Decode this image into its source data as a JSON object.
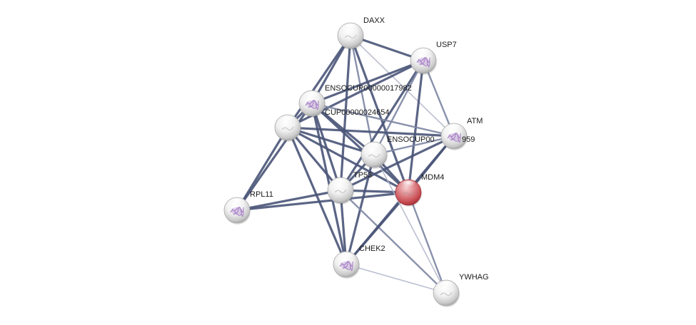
{
  "network": {
    "nodes": [
      {
        "id": "DAXX",
        "label": "DAXX",
        "query": false,
        "texture": "plain"
      },
      {
        "id": "USP7",
        "label": "USP7",
        "query": false,
        "texture": "structure"
      },
      {
        "id": "E17982",
        "label": "ENSOCUP00000017982",
        "query": false,
        "texture": "plain-structure"
      },
      {
        "id": "E24654",
        "label": "CUP00000024654",
        "query": false,
        "texture": "plain"
      },
      {
        "id": "ATM",
        "label": "ATM",
        "query": false,
        "texture": "structure"
      },
      {
        "id": "E959",
        "label": "ENSOCUP00",
        "label_tail": "959",
        "query": false,
        "texture": "plain"
      },
      {
        "id": "TP53",
        "label": "TP53",
        "query": false,
        "texture": "plain"
      },
      {
        "id": "MDM4",
        "label": "MDM4",
        "query": true,
        "texture": "plain"
      },
      {
        "id": "RPL11",
        "label": "RPL11",
        "query": false,
        "texture": "structure"
      },
      {
        "id": "CHEK2",
        "label": "CHEK2",
        "query": false,
        "texture": "structure"
      },
      {
        "id": "YWHAG",
        "label": "YWHAG",
        "query": false,
        "texture": "plain"
      }
    ],
    "edges": [
      {
        "from": "DAXX",
        "to": "USP7",
        "strength": "strong"
      },
      {
        "from": "DAXX",
        "to": "E17982",
        "strength": "strong"
      },
      {
        "from": "DAXX",
        "to": "E24654",
        "strength": "strong"
      },
      {
        "from": "DAXX",
        "to": "TP53",
        "strength": "strong"
      },
      {
        "from": "DAXX",
        "to": "E959",
        "strength": "medium"
      },
      {
        "from": "DAXX",
        "to": "MDM4",
        "strength": "strong"
      },
      {
        "from": "DAXX",
        "to": "ATM",
        "strength": "weak"
      },
      {
        "from": "USP7",
        "to": "E17982",
        "strength": "strong"
      },
      {
        "from": "USP7",
        "to": "E24654",
        "strength": "strong"
      },
      {
        "from": "USP7",
        "to": "TP53",
        "strength": "strong"
      },
      {
        "from": "USP7",
        "to": "E959",
        "strength": "medium"
      },
      {
        "from": "USP7",
        "to": "MDM4",
        "strength": "strong"
      },
      {
        "from": "USP7",
        "to": "ATM",
        "strength": "medium"
      },
      {
        "from": "E17982",
        "to": "E24654",
        "strength": "strong"
      },
      {
        "from": "E17982",
        "to": "TP53",
        "strength": "strong"
      },
      {
        "from": "E17982",
        "to": "E959",
        "strength": "strong"
      },
      {
        "from": "E17982",
        "to": "MDM4",
        "strength": "strong"
      },
      {
        "from": "E17982",
        "to": "ATM",
        "strength": "medium"
      },
      {
        "from": "E17982",
        "to": "RPL11",
        "strength": "strong"
      },
      {
        "from": "E17982",
        "to": "CHEK2",
        "strength": "strong"
      },
      {
        "from": "E24654",
        "to": "TP53",
        "strength": "strong"
      },
      {
        "from": "E24654",
        "to": "E959",
        "strength": "strong"
      },
      {
        "from": "E24654",
        "to": "MDM4",
        "strength": "strong"
      },
      {
        "from": "E24654",
        "to": "ATM",
        "strength": "strong"
      },
      {
        "from": "E24654",
        "to": "RPL11",
        "strength": "strong"
      },
      {
        "from": "E24654",
        "to": "CHEK2",
        "strength": "strong"
      },
      {
        "from": "E959",
        "to": "TP53",
        "strength": "strong"
      },
      {
        "from": "E959",
        "to": "MDM4",
        "strength": "strong"
      },
      {
        "from": "E959",
        "to": "ATM",
        "strength": "medium"
      },
      {
        "from": "E959",
        "to": "CHEK2",
        "strength": "strong"
      },
      {
        "from": "TP53",
        "to": "MDM4",
        "strength": "strong"
      },
      {
        "from": "TP53",
        "to": "ATM",
        "strength": "strong"
      },
      {
        "from": "TP53",
        "to": "RPL11",
        "strength": "strong"
      },
      {
        "from": "TP53",
        "to": "CHEK2",
        "strength": "strong"
      },
      {
        "from": "TP53",
        "to": "YWHAG",
        "strength": "medium"
      },
      {
        "from": "MDM4",
        "to": "ATM",
        "strength": "strong"
      },
      {
        "from": "MDM4",
        "to": "RPL11",
        "strength": "strong"
      },
      {
        "from": "MDM4",
        "to": "CHEK2",
        "strength": "strong"
      },
      {
        "from": "MDM4",
        "to": "YWHAG",
        "strength": "medium"
      },
      {
        "from": "ATM",
        "to": "CHEK2",
        "strength": "strong"
      },
      {
        "from": "CHEK2",
        "to": "YWHAG",
        "strength": "weak"
      },
      {
        "from": "E959",
        "to": "YWHAG",
        "strength": "weak"
      }
    ],
    "colors": {
      "edge_strong": "#4a5578",
      "edge_medium": "#7d86a3",
      "edge_weak": "#b4b9cc",
      "node_plain": "#e8e8e8",
      "node_query": "#d96a6f",
      "structure_tint": "#a77fc7"
    }
  }
}
